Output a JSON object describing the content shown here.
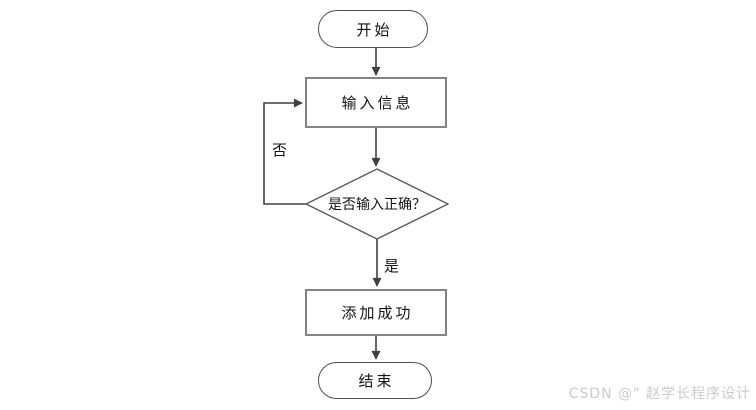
{
  "diagram": {
    "type": "flowchart",
    "nodes": {
      "start": {
        "type": "terminator",
        "label": "开始"
      },
      "input": {
        "type": "process",
        "label": "输入信息"
      },
      "decision": {
        "type": "decision",
        "label": "是否输入正确？"
      },
      "success": {
        "type": "process",
        "label": "添加成功"
      },
      "end": {
        "type": "terminator",
        "label": "结束"
      }
    },
    "edges": [
      {
        "from": "start",
        "to": "input",
        "label": ""
      },
      {
        "from": "input",
        "to": "decision",
        "label": ""
      },
      {
        "from": "decision",
        "to": "input",
        "label": "否"
      },
      {
        "from": "decision",
        "to": "success",
        "label": "是"
      },
      {
        "from": "success",
        "to": "end",
        "label": ""
      }
    ],
    "edge_labels": {
      "no": "否",
      "yes": "是"
    },
    "colors": {
      "background": "#ffffff",
      "line": "#3f3f3f",
      "process_border": "#848484",
      "terminator_border": "#4f4f4f",
      "text": "#141414",
      "watermark": "#cbcbcb"
    }
  },
  "watermark": {
    "text": "CSDN @\" 赵学长程序设计"
  }
}
